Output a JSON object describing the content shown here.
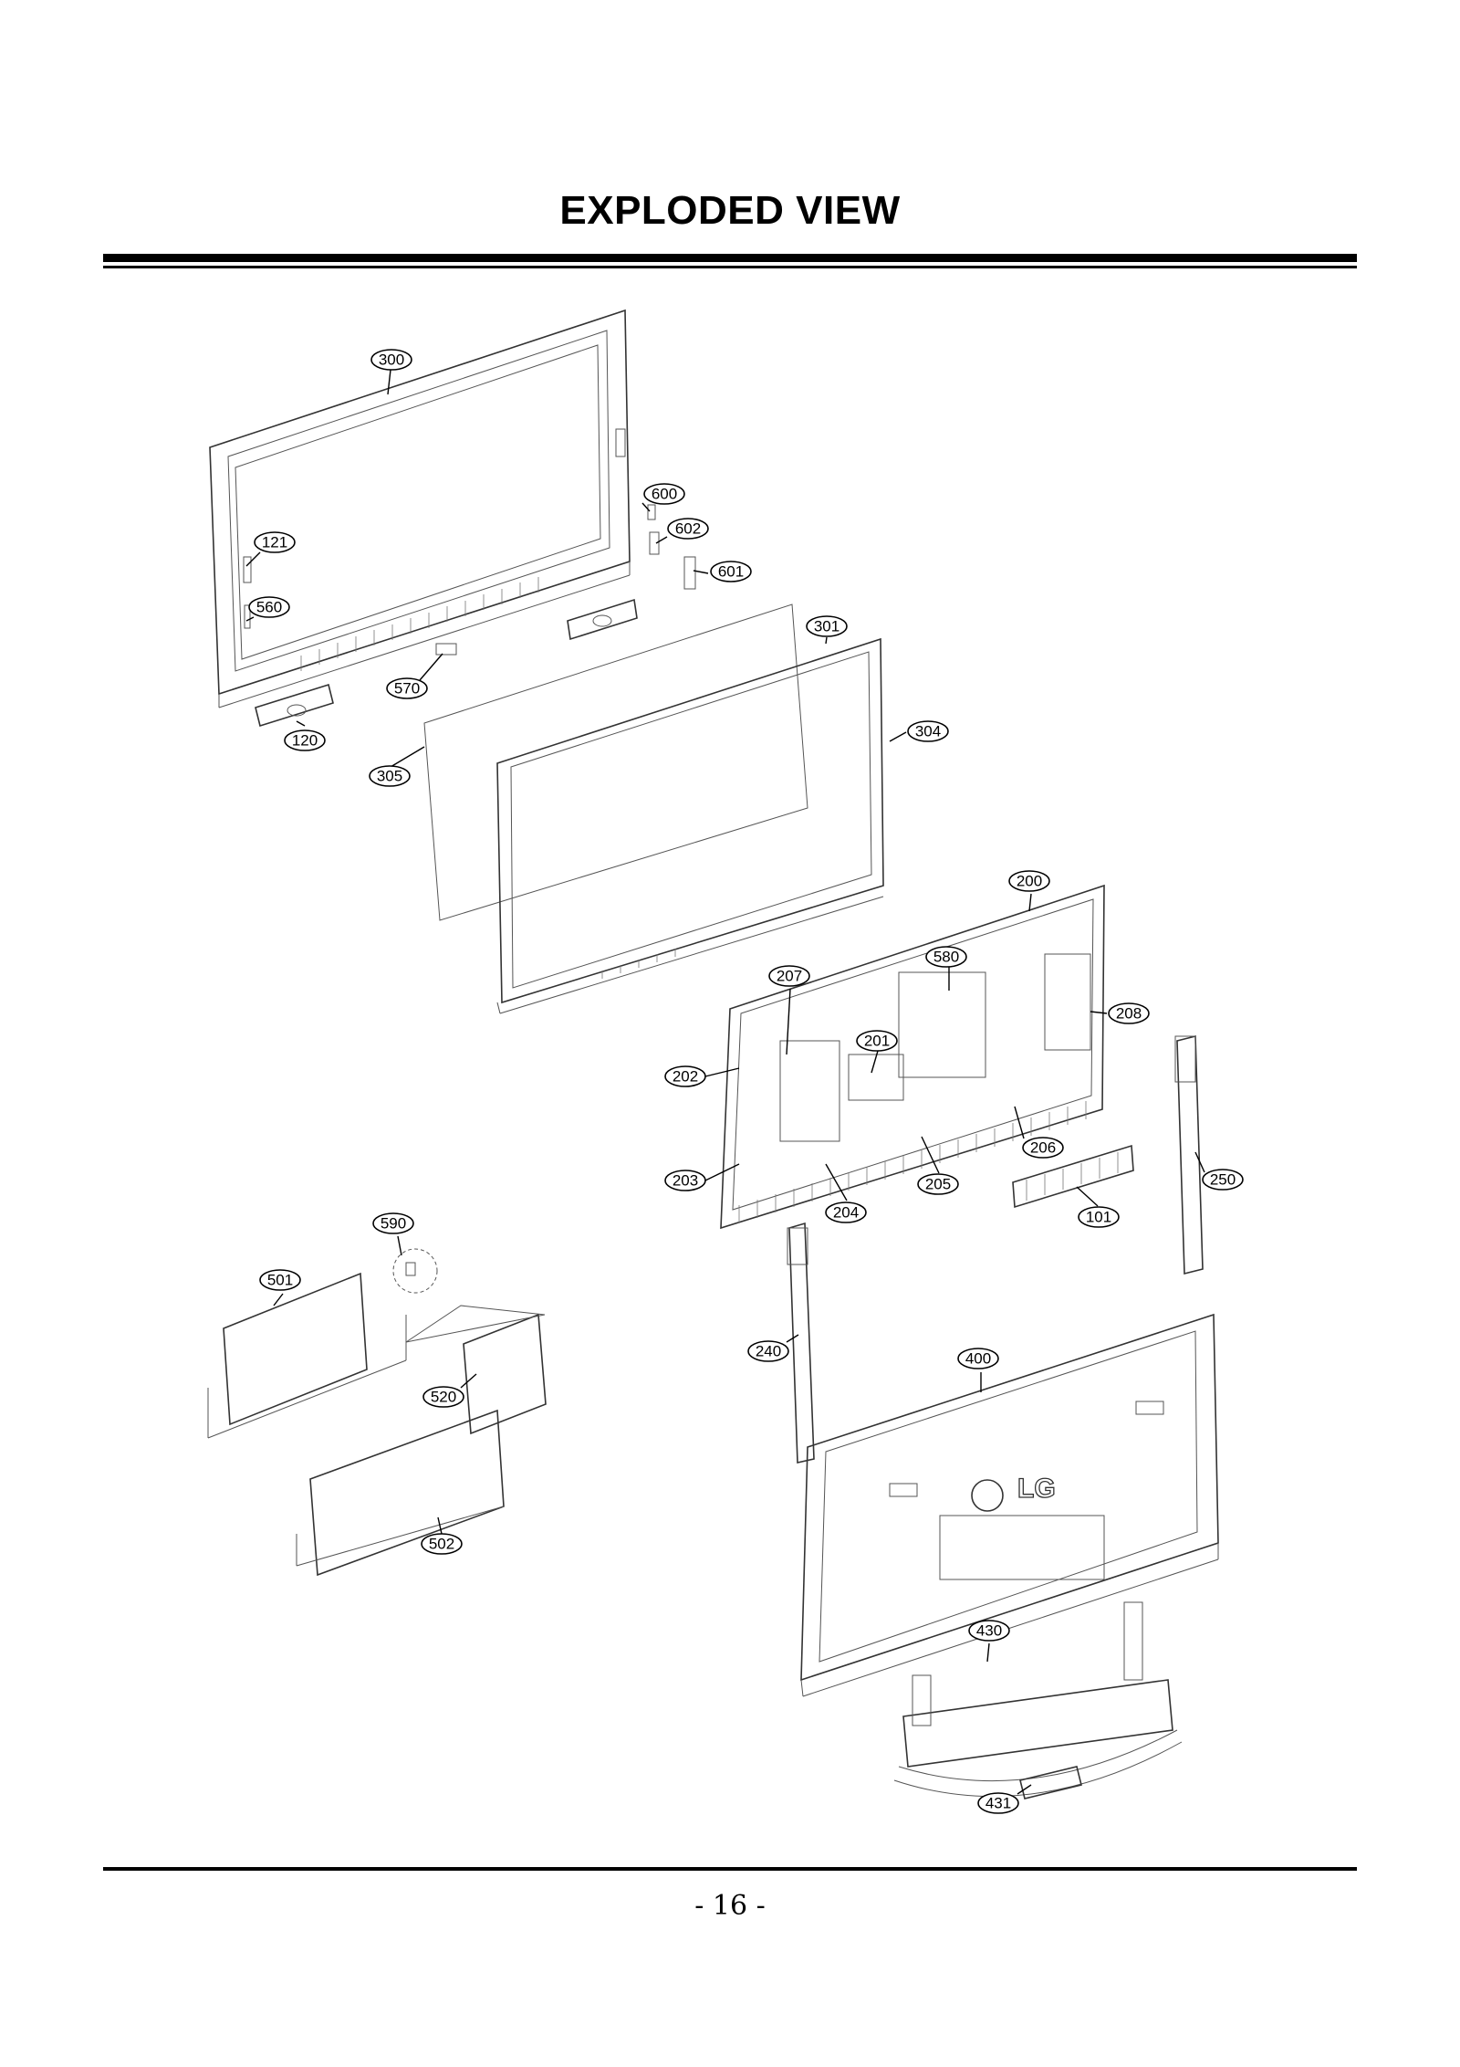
{
  "header": {
    "title": "EXPLODED VIEW"
  },
  "footer": {
    "page_number": "- 16 -"
  },
  "callouts": [
    "300",
    "600",
    "602",
    "121",
    "601",
    "560",
    "301",
    "570",
    "304",
    "120",
    "305",
    "200",
    "580",
    "207",
    "208",
    "201",
    "202",
    "206",
    "203",
    "205",
    "250",
    "204",
    "101",
    "590",
    "501",
    "240",
    "400",
    "520",
    "502",
    "430",
    "431"
  ],
  "logo_text": "LG",
  "colors": {
    "ink": "#000000",
    "line": "#333333",
    "paper": "#ffffff"
  }
}
